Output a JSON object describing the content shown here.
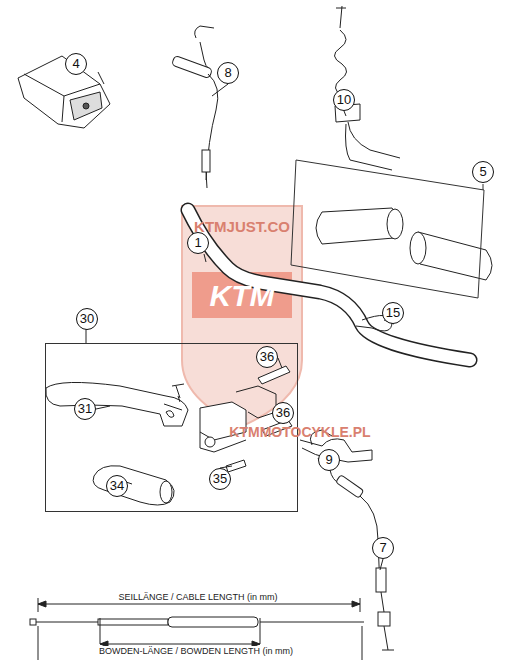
{
  "diagram": {
    "nodes": [
      {
        "text": [
          "5"
        ]
      },
      {
        "text": [
          "30"
        ]
      }
    ],
    "labels": [
      "4",
      "8",
      "10",
      "1",
      "15",
      "36",
      "31",
      "36",
      "9",
      "35",
      "34",
      "7",
      "KTMJUST.CO",
      "KTM",
      "KTMMOTOCYKLE.PL",
      "SEILLÄNGE / CABLE LENGTH (in mm)",
      "BOWDEN-LÄNGE / BOWDEN LENGTH (in mm)"
    ]
  }
}
